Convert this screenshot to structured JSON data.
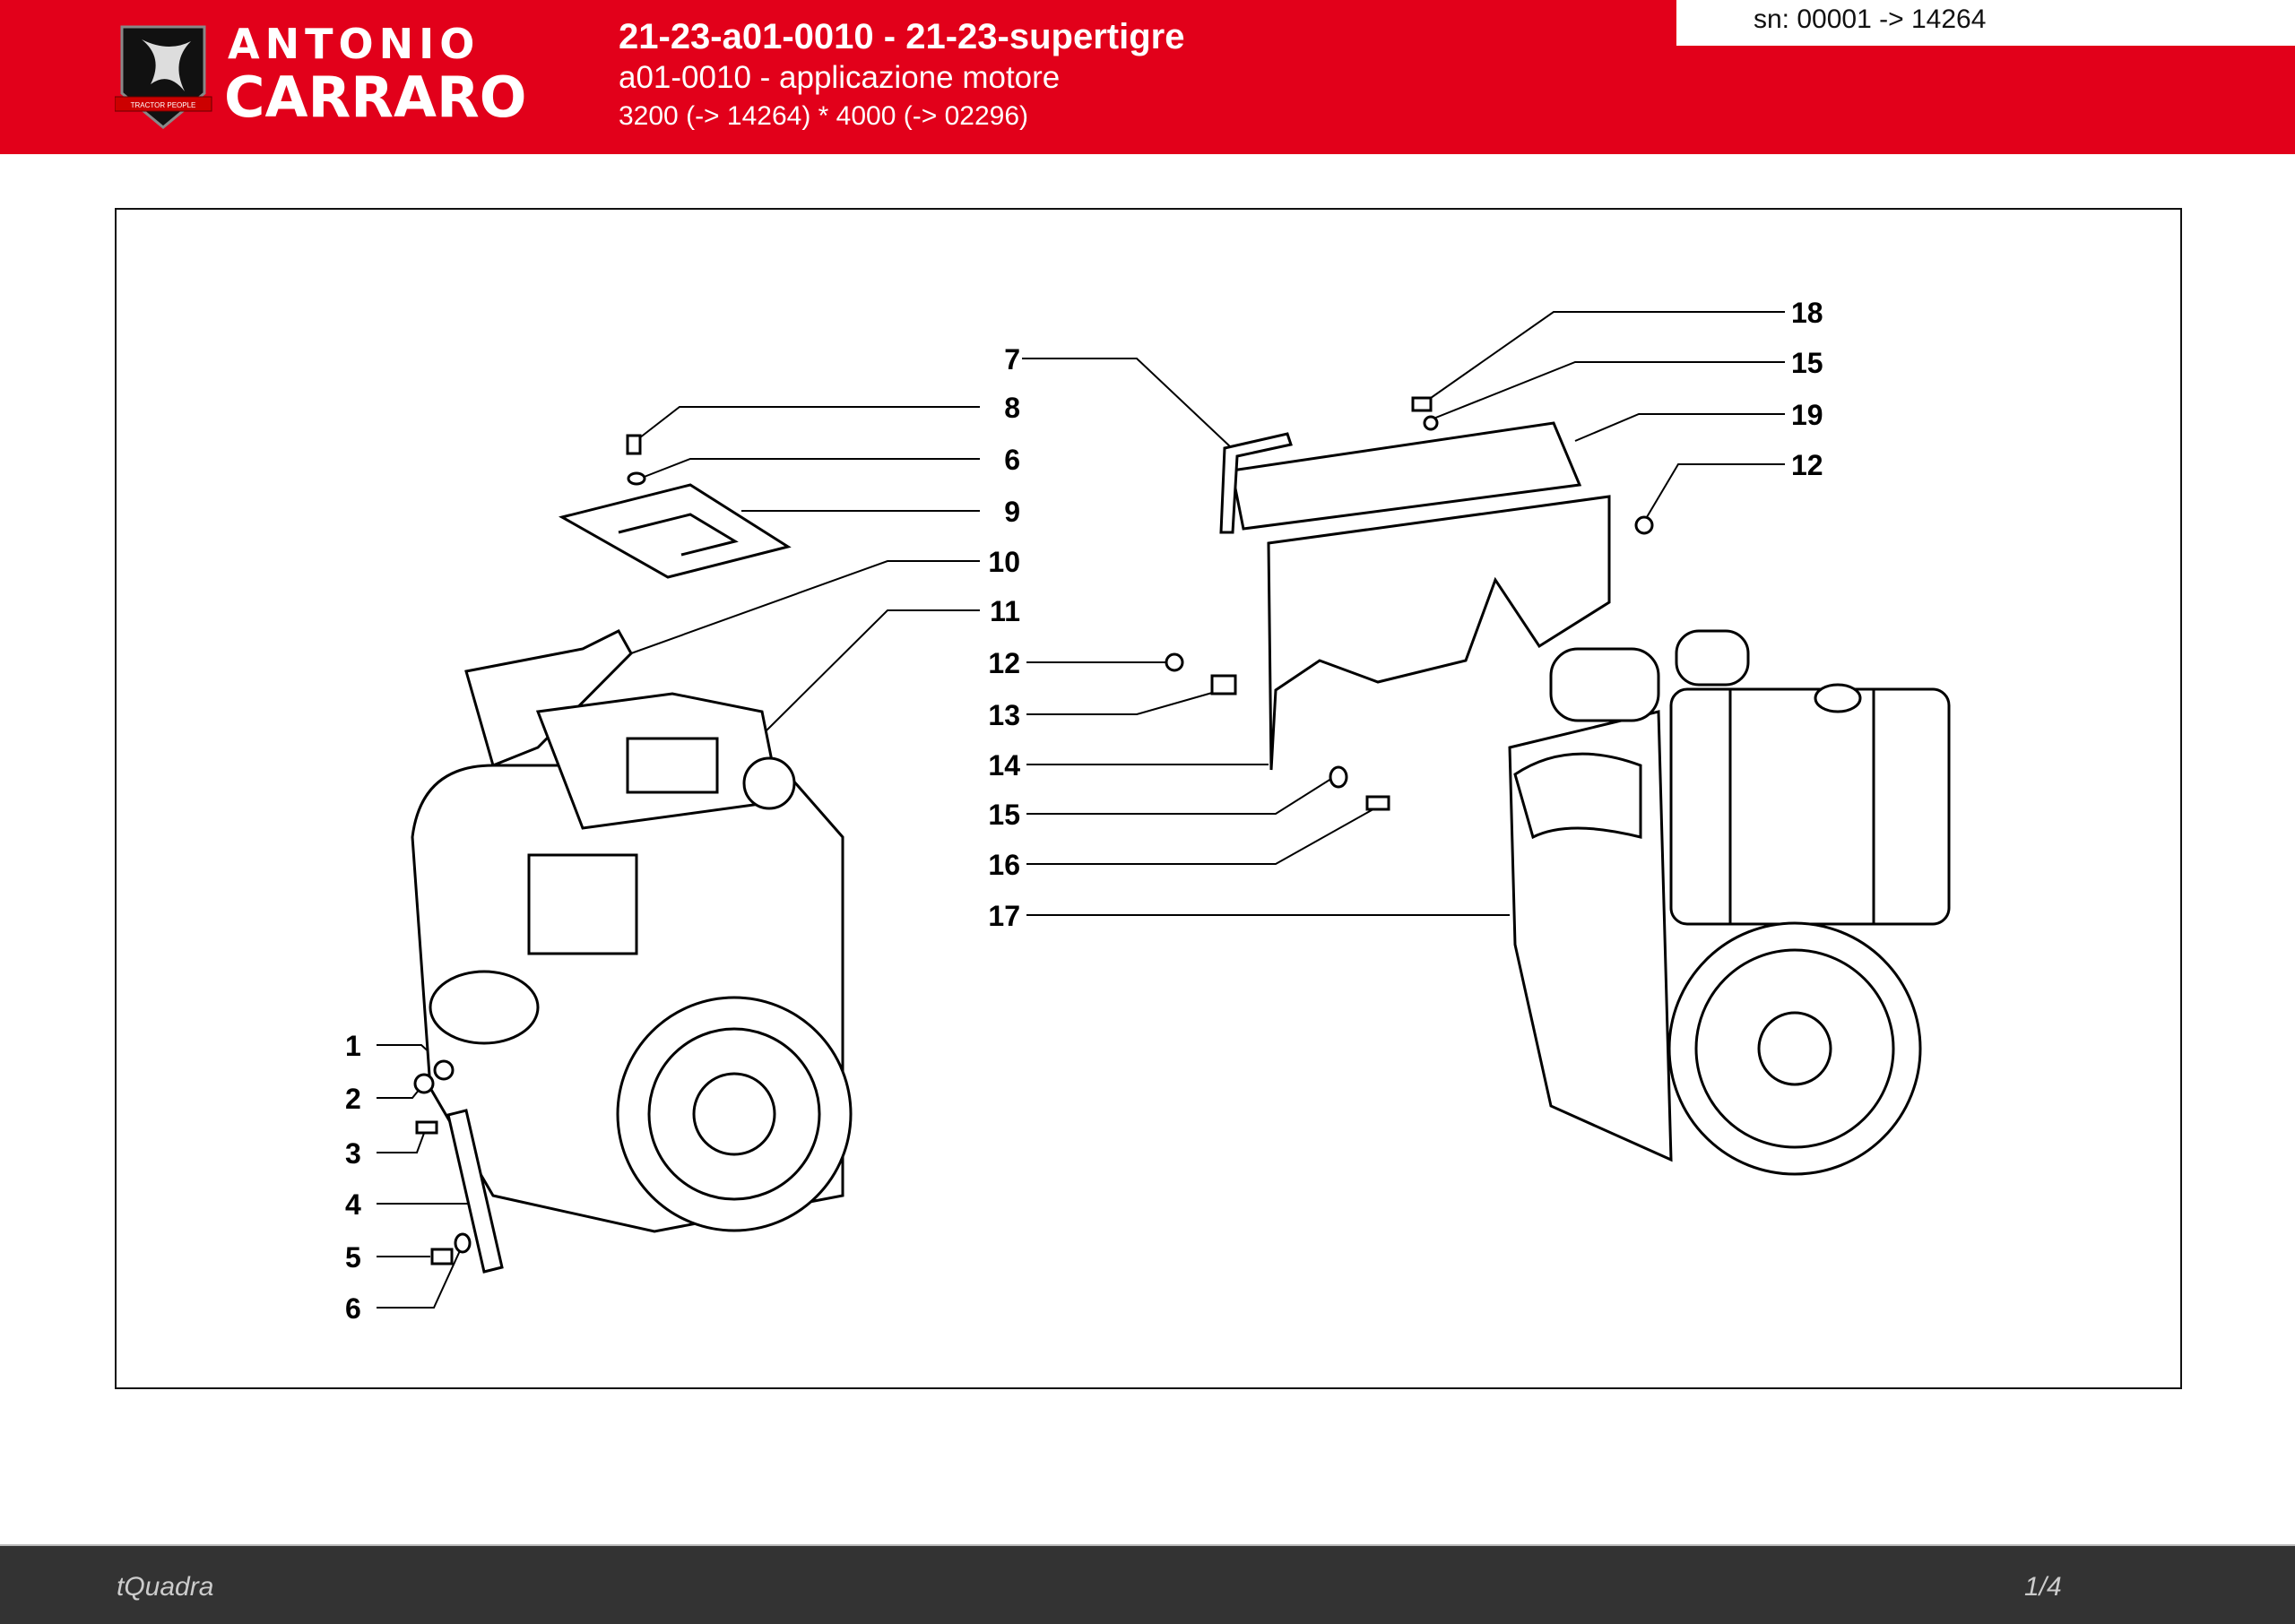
{
  "header": {
    "brand_line1": "ANTONIO",
    "brand_line2": "CARRARO",
    "brand_tagline": "TRACTOR PEOPLE",
    "title": "21-23-a01-0010 - 21-23-supertigre",
    "subtitle": "a01-0010 - applicazione motore",
    "models": "3200 (-> 14264) * 4000 (-> 02296)",
    "serial_range": "sn: 00001 -> 14264",
    "brand_color": "#e2001a"
  },
  "diagram": {
    "left_labels": [
      "1",
      "2",
      "3",
      "4",
      "5",
      "6"
    ],
    "center_labels": [
      "7",
      "8",
      "6",
      "9",
      "10",
      "11",
      "12",
      "13",
      "14",
      "15",
      "16",
      "17"
    ],
    "right_labels": [
      "18",
      "15",
      "19",
      "12"
    ]
  },
  "footer": {
    "app_name": "tQuadra",
    "page": "1/4"
  }
}
